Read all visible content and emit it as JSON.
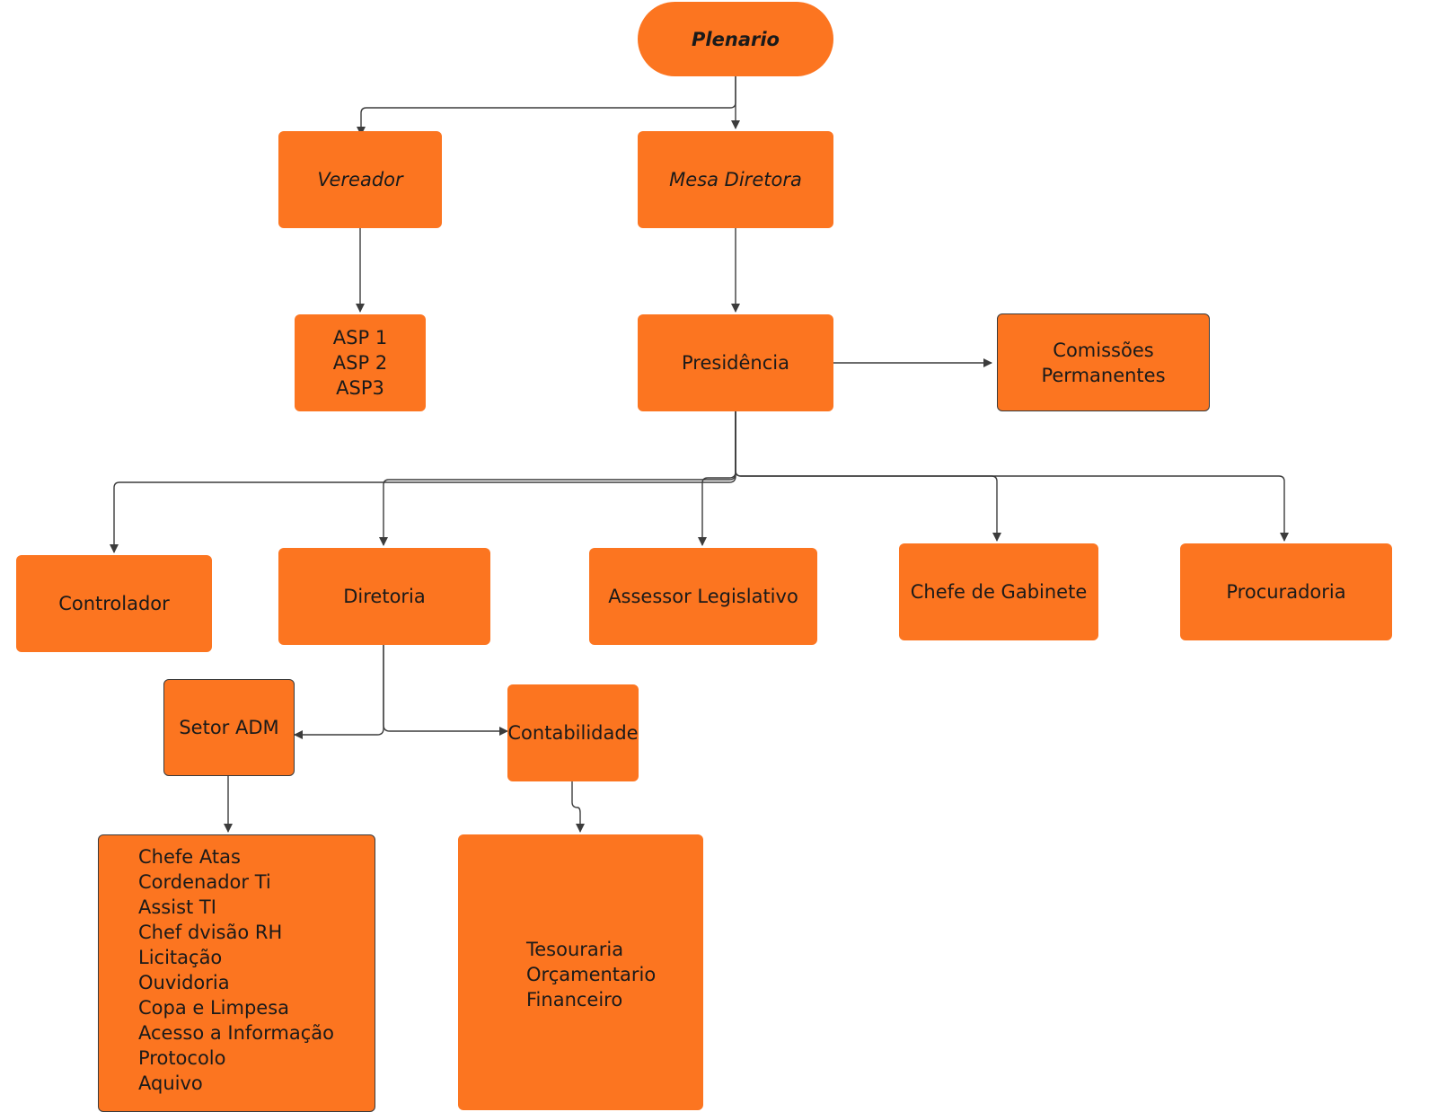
{
  "colors": {
    "box_fill": "#fc7520",
    "connector": "#3c3c3c"
  },
  "nodes": {
    "plenario": "Plenario",
    "vereador": "Vereador",
    "mesa_diretora": "Mesa Diretora",
    "asp_lines": [
      "ASP 1",
      "ASP 2",
      "ASP3"
    ],
    "presidencia": "Presidência",
    "comissoes_lines": [
      "Comissões",
      "Permanentes"
    ],
    "controlador": "Controlador",
    "diretoria": "Diretoria",
    "assessor_legislativo": "Assessor Legislativo",
    "chefe_gabinete": "Chefe de Gabinete",
    "procuradoria": "Procuradoria",
    "setor_adm": "Setor ADM",
    "contabilidade": "Contabilidade",
    "setor_adm_list": [
      "Chefe Atas",
      "Cordenador Ti",
      "Assist TI",
      "Chef dvisão RH",
      "Licitação",
      "Ouvidoria",
      "Copa e Limpesa",
      "Acesso a Informação",
      "Protocolo",
      "Aquivo"
    ],
    "contabilidade_list": [
      "Tesouraria",
      "Orçamentario",
      "Financeiro"
    ]
  }
}
